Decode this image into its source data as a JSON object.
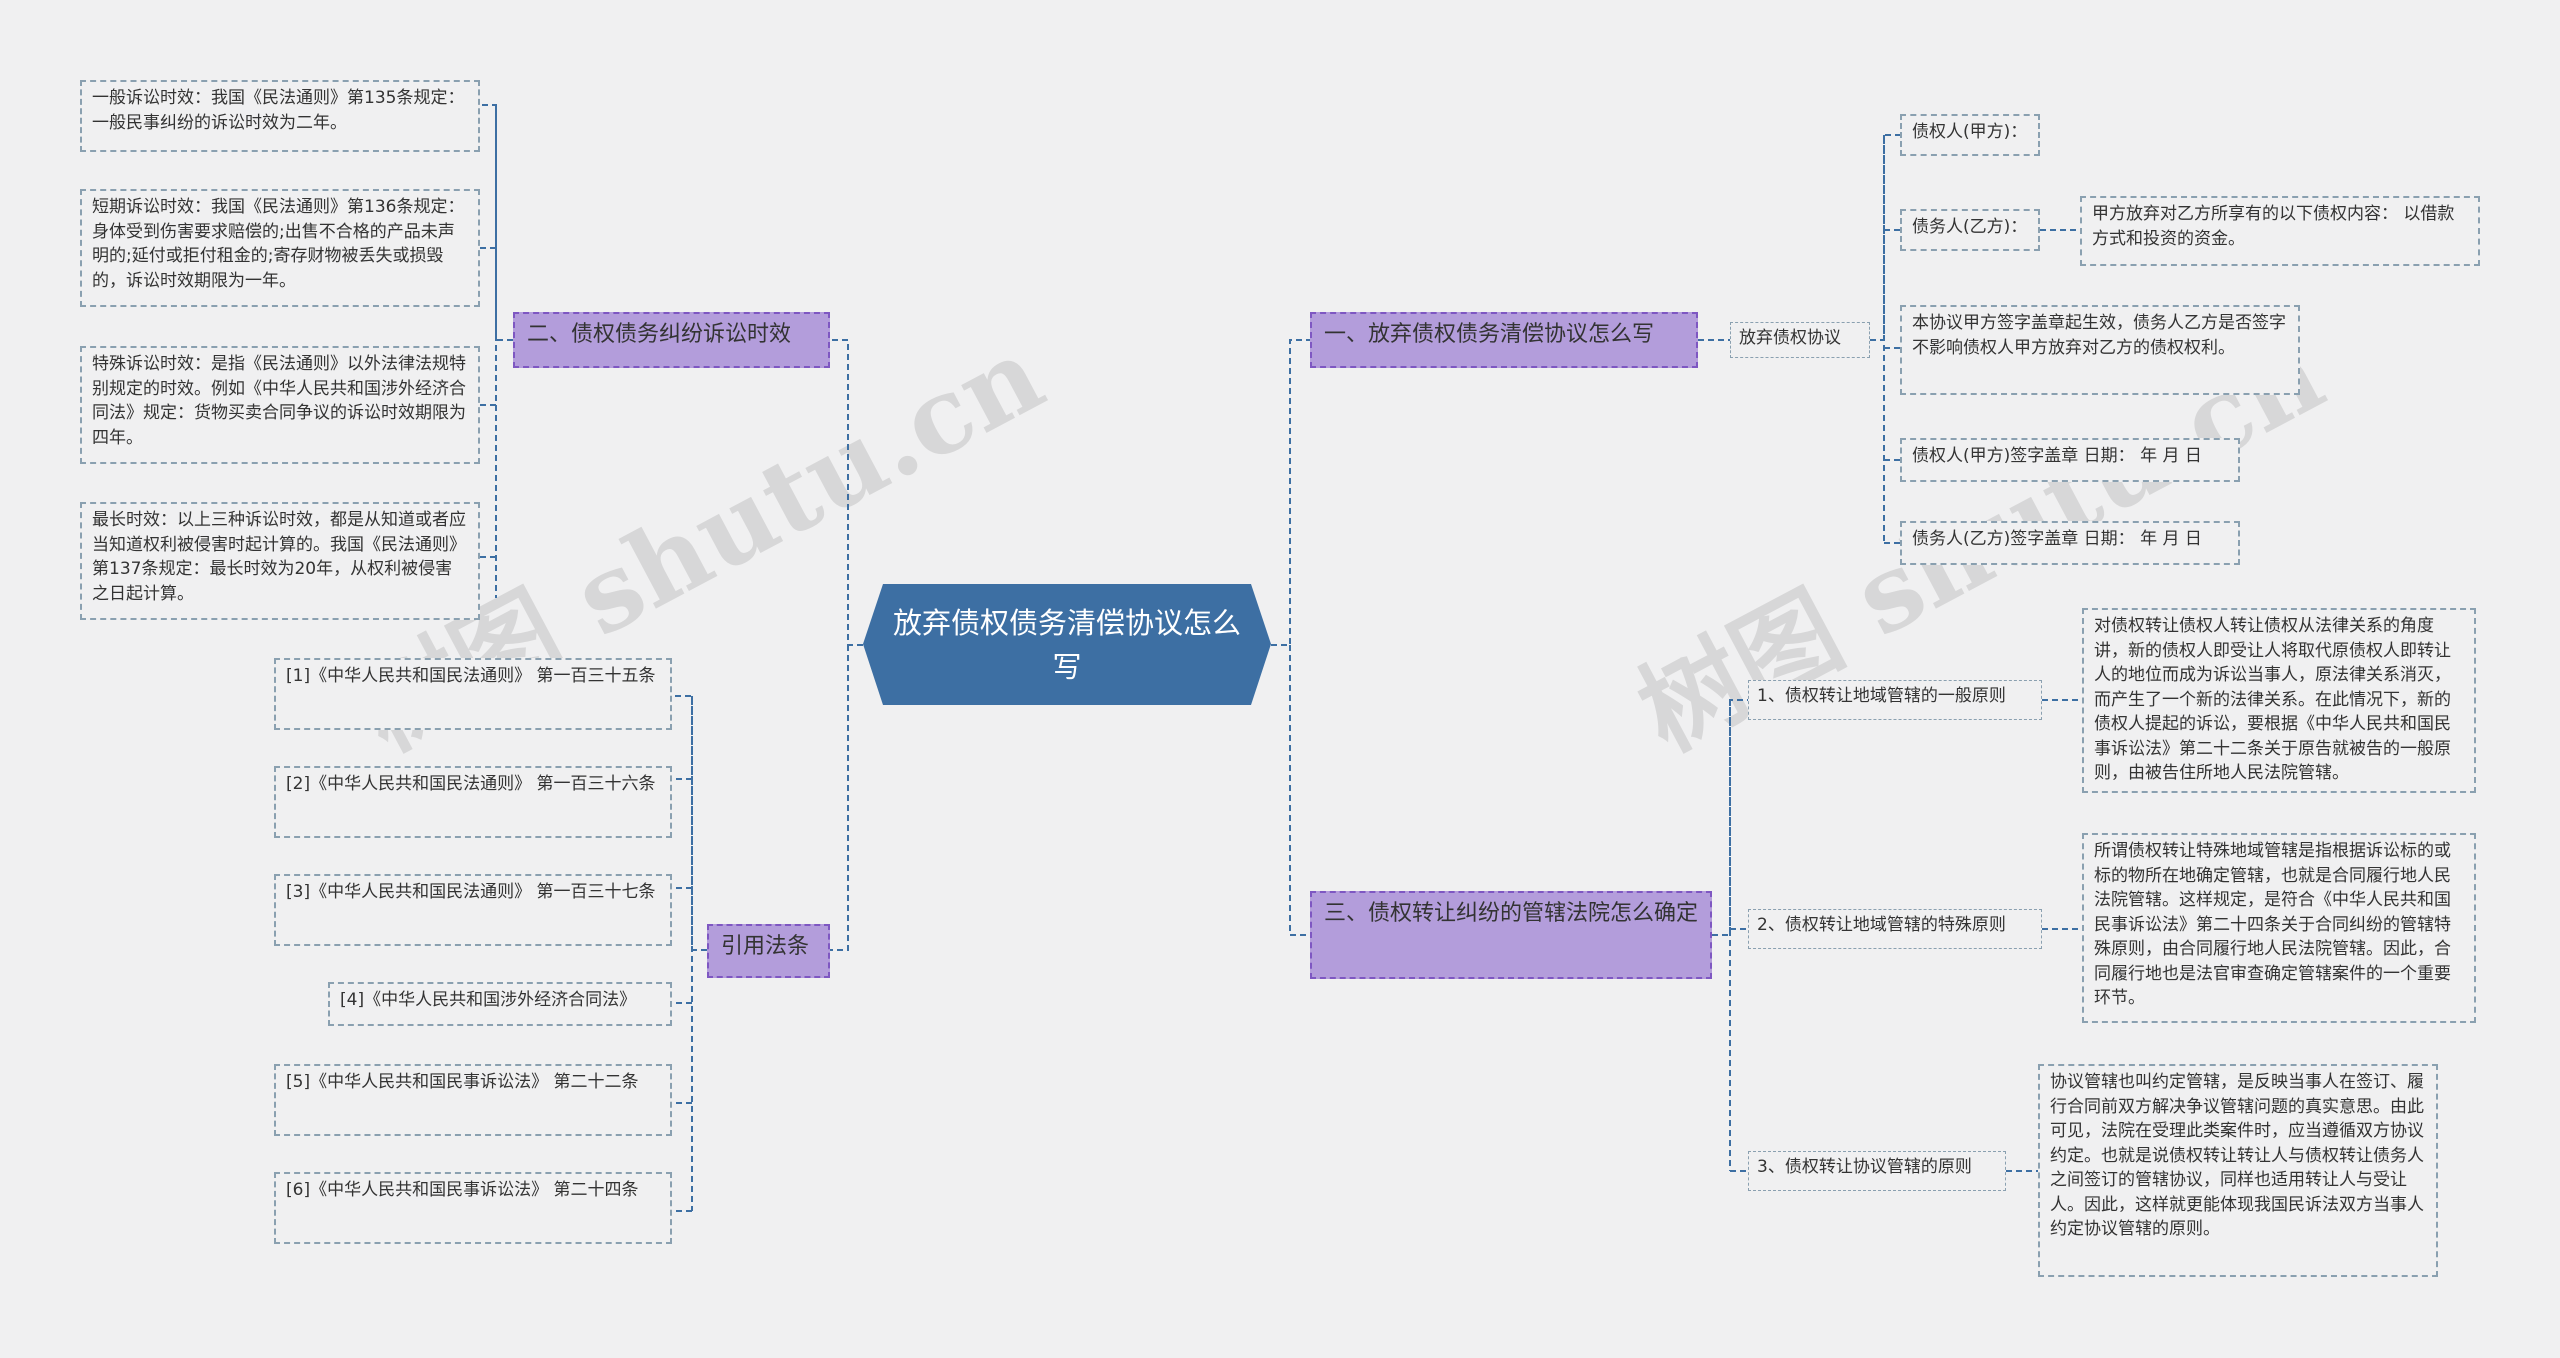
{
  "root": {
    "title": "放弃债权债务清偿协议怎么写"
  },
  "branch1": {
    "label": "一、放弃债权债务清偿协议怎么写",
    "mid": "放弃债权协议",
    "items": [
      "债权人(甲方)：",
      "债务人(乙方)：",
      "本协议甲方签字盖章起生效，债务人乙方是否签字不影响债权人甲方放弃对乙方的债权权利。",
      "债权人(甲方)签字盖章 日期： 年 月 日",
      "债务人(乙方)签字盖章 日期： 年 月 日"
    ],
    "debtor_detail": "甲方放弃对乙方所享有的以下债权内容： 以借款方式和投资的资金。"
  },
  "branch2": {
    "label": "二、债权债务纠纷诉讼时效",
    "items": [
      "一般诉讼时效：我国《民法通则》第135条规定：一般民事纠纷的诉讼时效为二年。",
      "短期诉讼时效：我国《民法通则》第136条规定：身体受到伤害要求赔偿的;出售不合格的产品未声明的;延付或拒付租金的;寄存财物被丢失或损毁的，诉讼时效期限为一年。",
      "特殊诉讼时效：是指《民法通则》以外法律法规特别规定的时效。例如《中华人民共和国涉外经济合同法》规定：货物买卖合同争议的诉讼时效期限为四年。",
      "最长时效：以上三种诉讼时效，都是从知道或者应当知道权利被侵害时起计算的。我国《民法通则》第137条规定：最长时效为20年，从权利被侵害之日起计算。"
    ]
  },
  "branch3": {
    "label": "三、债权转让纠纷的管辖法院怎么确定",
    "items": [
      {
        "label": "1、债权转让地域管辖的一般原则",
        "detail": "对债权转让债权人转让债权从法律关系的角度讲，新的债权人即受让人将取代原债权人即转让人的地位而成为诉讼当事人，原法律关系消灭，而产生了一个新的法律关系。在此情况下，新的债权人提起的诉讼，要根据《中华人民共和国民事诉讼法》第二十二条关于原告就被告的一般原则，由被告住所地人民法院管辖。"
      },
      {
        "label": "2、债权转让地域管辖的特殊原则",
        "detail": "所谓债权转让特殊地域管辖是指根据诉讼标的或标的物所在地确定管辖，也就是合同履行地人民法院管辖。这样规定，是符合《中华人民共和国民事诉讼法》第二十四条关于合同纠纷的管辖特殊原则，由合同履行地人民法院管辖。因此，合同履行地也是法官审查确定管辖案件的一个重要环节。"
      },
      {
        "label": "3、债权转让协议管辖的原则",
        "detail": "协议管辖也叫约定管辖，是反映当事人在签订、履行合同前双方解决争议管辖问题的真实意思。由此可见，法院在受理此类案件时，应当遵循双方协议约定。也就是说债权转让转让人与债权转让债务人之间签订的管辖协议，同样也适用转让人与受让人。因此，这样就更能体现我国民诉法双方当事人约定协议管辖的原则。"
      }
    ]
  },
  "branch4": {
    "label": "引用法条",
    "items": [
      "[1]《中华人民共和国民法通则》 第一百三十五条",
      "[2]《中华人民共和国民法通则》 第一百三十六条",
      "[3]《中华人民共和国民法通则》 第一百三十七条",
      "[4]《中华人民共和国涉外经济合同法》",
      "[5]《中华人民共和国民事诉讼法》 第二十二条",
      "[6]《中华人民共和国民事诉讼法》 第二十四条"
    ]
  },
  "watermark": "树图 shutu.cn",
  "colors": {
    "root": "#3d6fa3",
    "branch_fill": "#b39ddb",
    "branch_border": "#7e57c2",
    "line": "#3d6fa3",
    "leaf_border": "#8aa0b0",
    "background": "#f0f0f1"
  }
}
